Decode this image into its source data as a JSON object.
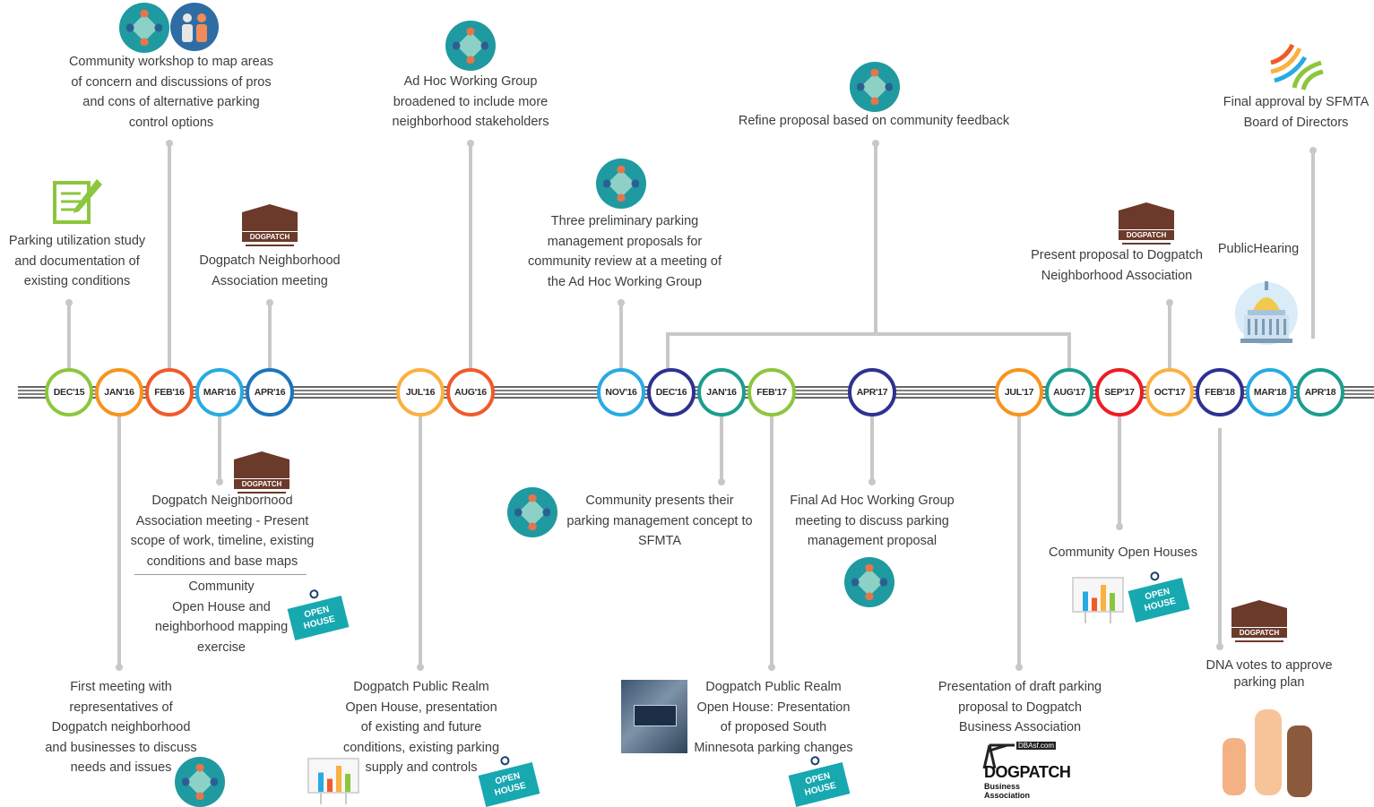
{
  "timeline": {
    "nodes": [
      {
        "label": "DEC'15",
        "color": "#8cc63e"
      },
      {
        "label": "JAN'16",
        "color": "#f7941d"
      },
      {
        "label": "FEB'16",
        "color": "#f15a29"
      },
      {
        "label": "MAR'16",
        "color": "#29aae2"
      },
      {
        "label": "APR'16",
        "color": "#1c75bc"
      },
      {
        "label": "JUL'16",
        "color": "#fbb040"
      },
      {
        "label": "AUG'16",
        "color": "#f15a29"
      },
      {
        "label": "NOV'16",
        "color": "#29aae2"
      },
      {
        "label": "DEC'16",
        "color": "#2e3192"
      },
      {
        "label": "JAN'16",
        "color": "#1b9e8e"
      },
      {
        "label": "FEB'17",
        "color": "#8cc63e"
      },
      {
        "label": "APR'17",
        "color": "#2e3192"
      },
      {
        "label": "JUL'17",
        "color": "#f7941d"
      },
      {
        "label": "AUG'17",
        "color": "#1b9e8e"
      },
      {
        "label": "SEP'17",
        "color": "#ed1c24"
      },
      {
        "label": "OCT'17",
        "color": "#fbb040"
      },
      {
        "label": "FEB'18",
        "color": "#2e3192"
      },
      {
        "label": "MAR'18",
        "color": "#29aae2"
      },
      {
        "label": "APR'18",
        "color": "#1b9e8e"
      }
    ]
  },
  "events": {
    "dec15": "Parking utilization study\nand documentation of\nexisting conditions",
    "feb16": "Community workshop to map areas\nof concern and discussions of pros\nand cons of alternative parking\ncontrol options",
    "apr16": "Dogpatch Neighborhood\nAssociation meeting",
    "aug16": "Ad Hoc Working Group\nbroadened to include more\nneighborhood stakeholders",
    "nov16": "Three preliminary parking\nmanagement proposals for\ncommunity review at a meeting of\nthe Ad Hoc Working Group",
    "refine": "Refine proposal based on community feedback",
    "oct17": "Present proposal to Dogpatch\nNeighborhood Association",
    "public_hearing": "PublicHearing",
    "apr18": "Final approval by SFMTA\nBoard of Directors",
    "mar16_a": "Dogpatch Neighborhood\nAssociation meeting - Present\nscope of work, timeline, existing\nconditions and base maps",
    "mar16_b": "Community\nOpen House and\nneighborhood mapping\nexercise",
    "jan16": "First meeting with\nrepresentatives of\nDogpatch neighborhood\nand businesses to discuss\nneeds and issues",
    "jul16": "Dogpatch Public Realm\nOpen House, presentation\nof existing and future\nconditions, existing parking\nsupply and controls",
    "jan17": "Community presents their\nparking management concept to\nSFMTA",
    "feb17": "Dogpatch Public Realm\nOpen House: Presentation\nof proposed South\nMinnesota parking changes",
    "apr17": "Final Ad Hoc Working Group\nmeeting to discuss parking\nmanagement proposal",
    "jul17": "Presentation of draft parking\nproposal to Dogpatch\nBusiness Association",
    "sep17": "Community Open Houses",
    "feb18": "DNA votes to approve\nparking plan"
  },
  "badges": {
    "open_house": "OPEN\nHOUSE",
    "dna_logo": "DOGPATCH",
    "dba_logo_top": "DBAsf.com",
    "dba_logo_main": "DOGPATCH",
    "dba_logo_sub": "Business Association"
  }
}
